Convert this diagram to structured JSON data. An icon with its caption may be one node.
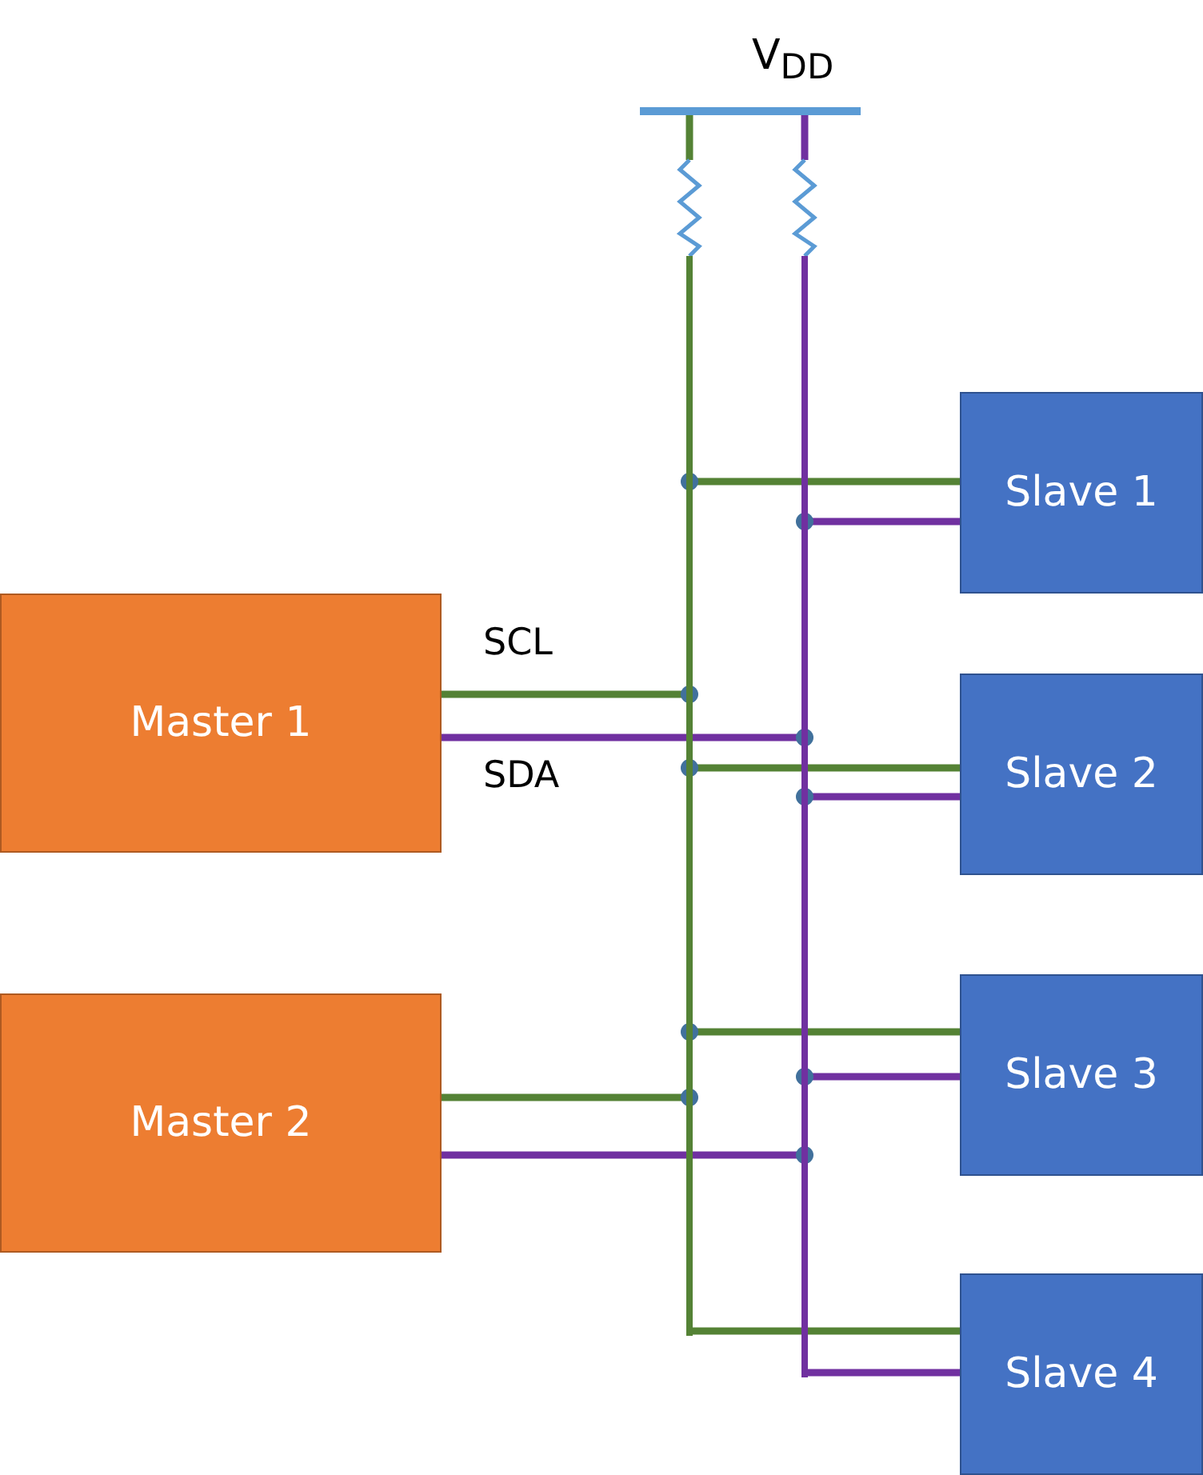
{
  "diagram": {
    "nodes": [
      {
        "text": [
          "V$_{DD}$"
        ]
      },
      {
        "text": [],
        "shape": "bar"
      },
      {
        "text": [],
        "shape": "bar"
      },
      {
        "text": [
          "Master 1"
        ]
      },
      {
        "text": [
          "Master 2"
        ]
      },
      {
        "text": [
          "Slave 1"
        ]
      },
      {
        "text": [
          "Slave 2"
        ]
      },
      {
        "text": [
          "Slave 3"
        ]
      },
      {
        "text": [
          "Slave 4"
        ]
      }
    ],
    "edges": [
      {
        "from": 0,
        "to": 1,
        "arrow": "none",
        "color": "#548235"
      },
      {
        "from": 0,
        "to": 2,
        "arrow": "none",
        "color": "#7030a0"
      },
      {
        "from": 3,
        "to": 1,
        "arrow": "none",
        "color": "#548235",
        "label": "SCL"
      },
      {
        "from": 3,
        "to": 2,
        "arrow": "none",
        "color": "#7030a0",
        "label": "SDA"
      },
      {
        "from": 4,
        "to": 1,
        "arrow": "none",
        "color": "#548235"
      },
      {
        "from": 4,
        "to": 2,
        "arrow": "none",
        "color": "#7030a0"
      },
      {
        "from": 1,
        "to": 5,
        "arrow": "none",
        "color": "#548235"
      },
      {
        "from": 2,
        "to": 5,
        "arrow": "none",
        "color": "#7030a0"
      },
      {
        "from": 1,
        "to": 6,
        "arrow": "none",
        "color": "#548235"
      },
      {
        "from": 2,
        "to": 6,
        "arrow": "none",
        "color": "#7030a0"
      },
      {
        "from": 1,
        "to": 7,
        "arrow": "none",
        "color": "#548235"
      },
      {
        "from": 2,
        "to": 7,
        "arrow": "none",
        "color": "#7030a0"
      },
      {
        "from": 1,
        "to": 8,
        "arrow": "none",
        "color": "#548235"
      },
      {
        "from": 2,
        "to": 8,
        "arrow": "none",
        "color": "#7030a0"
      }
    ]
  }
}
